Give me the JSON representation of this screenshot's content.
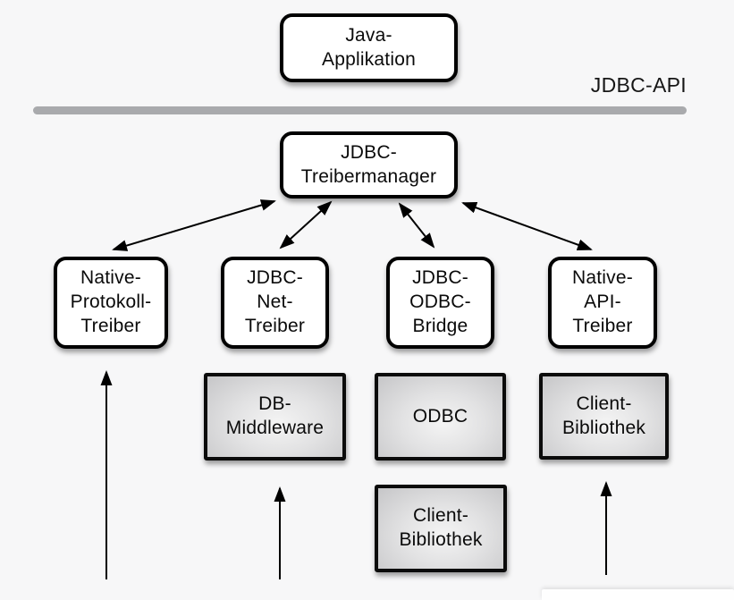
{
  "canvas": {
    "background_color": "#f7f7f8",
    "accent_gray": "#a9aaad",
    "box_fill_white": "#ffffff",
    "box_fill_gray_center": "#f4f4f4",
    "box_fill_gray_edge": "#c6c6c8",
    "border_color": "#000000"
  },
  "api_divider": {
    "label": "JDBC-API"
  },
  "nodes": {
    "java_applikation": {
      "label": "Java-\nApplikation",
      "style": "white"
    },
    "jdbc_treibermanager": {
      "label": "JDBC-\nTreibermanager",
      "style": "white"
    },
    "native_protokoll_treiber": {
      "label": "Native-\nProtokoll-\nTreiber",
      "style": "white"
    },
    "jdbc_net_treiber": {
      "label": "JDBC-\nNet-\nTreiber",
      "style": "white"
    },
    "jdbc_odbc_bridge": {
      "label": "JDBC-\nODBC-\nBridge",
      "style": "white"
    },
    "native_api_treiber": {
      "label": "Native-\nAPI-\nTreiber",
      "style": "white"
    },
    "db_middleware": {
      "label": "DB-\nMiddleware",
      "style": "gray"
    },
    "odbc": {
      "label": "ODBC",
      "style": "gray"
    },
    "client_bibliothek_unten": {
      "label": "Client-\nBibliothek",
      "style": "gray"
    },
    "client_bibliothek_rechts": {
      "label": "Client-\nBibliothek",
      "style": "gray"
    }
  },
  "edges": [
    {
      "from": "jdbc_treibermanager",
      "to": "native_protokoll_treiber",
      "type": "double-arrow"
    },
    {
      "from": "jdbc_treibermanager",
      "to": "jdbc_net_treiber",
      "type": "double-arrow"
    },
    {
      "from": "jdbc_treibermanager",
      "to": "jdbc_odbc_bridge",
      "type": "double-arrow"
    },
    {
      "from": "jdbc_treibermanager",
      "to": "native_api_treiber",
      "type": "double-arrow"
    },
    {
      "from": "bottom",
      "to": "native_protokoll_treiber",
      "type": "up-arrow"
    },
    {
      "from": "bottom",
      "to": "db_middleware",
      "type": "up-arrow"
    },
    {
      "from": "bottom",
      "to": "client_bibliothek_rechts",
      "type": "up-arrow"
    }
  ]
}
